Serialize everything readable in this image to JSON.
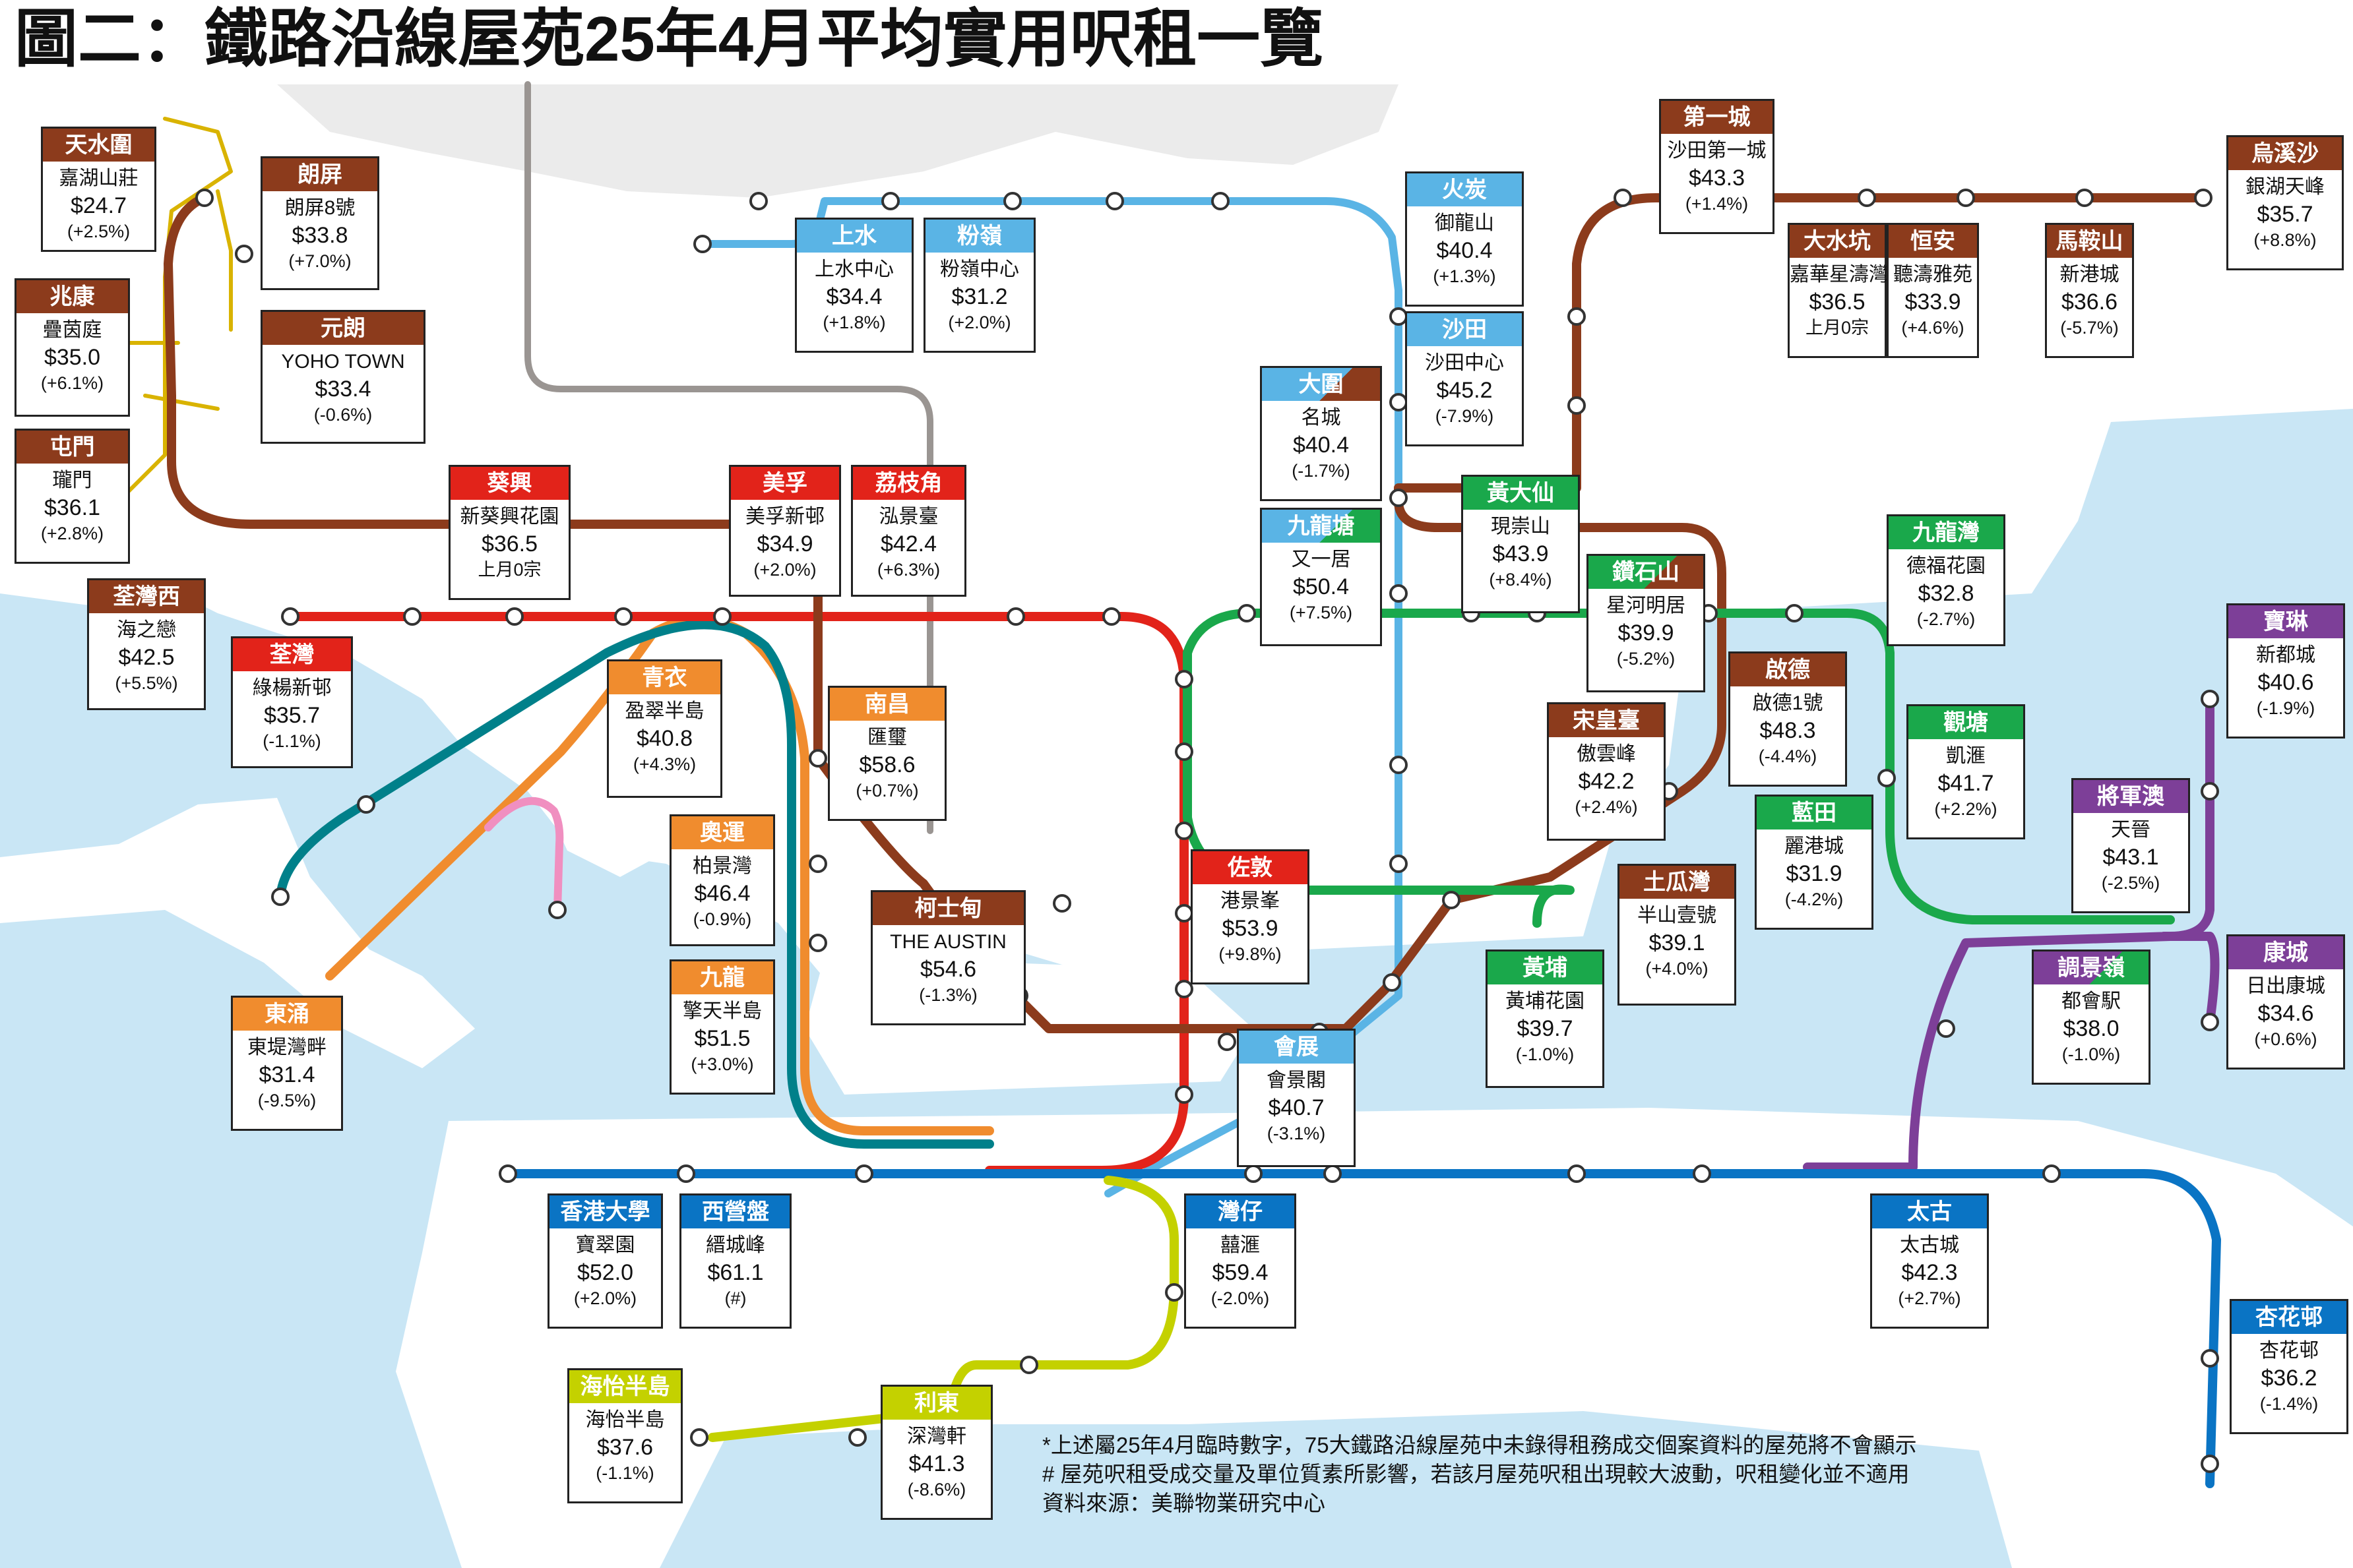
{
  "title": "圖二：鐵路沿線屋苑25年4月平均實用呎租一覽",
  "colors": {
    "water": "#c9e6f5",
    "land": "#ffffff",
    "reserve": "#ebebeb",
    "east_rail_line": "#5ab4e5",
    "tsuen_wan_line": "#e2231a",
    "kwun_tong_line": "#1aa84b",
    "island_line": "#0a74c4",
    "tung_chung_line": "#f08c2e",
    "tuen_ma_line": "#8c3b1c",
    "tseung_kwan_o_line": "#7d3f98",
    "south_island_line": "#c4d100",
    "airport_express": "#00808a",
    "disneyland_resort_line": "#f08fc0",
    "light_rail": "#d9b300",
    "interchange_line": "#9a9592"
  },
  "labels": [
    {
      "station": "天水圍",
      "estate": "嘉湖山莊",
      "rent": "$24.7",
      "change": "(+2.5%)",
      "color": "#8c3b1c"
    },
    {
      "station": "朗屏",
      "estate": "朗屏8號",
      "rent": "$33.8",
      "change": "(+7.0%)",
      "color": "#8c3b1c"
    },
    {
      "station": "兆康",
      "estate": "疊茵庭",
      "rent": "$35.0",
      "change": "(+6.1%)",
      "color": "#8c3b1c"
    },
    {
      "station": "元朗",
      "estate": "YOHO TOWN",
      "rent": "$33.4",
      "change": "(-0.6%)",
      "color": "#8c3b1c"
    },
    {
      "station": "屯門",
      "estate": "瓏門",
      "rent": "$36.1",
      "change": "(+2.8%)",
      "color": "#8c3b1c"
    },
    {
      "station": "荃灣西",
      "estate": "海之戀",
      "rent": "$42.5",
      "change": "(+5.5%)",
      "color": "#8c3b1c"
    },
    {
      "station": "葵興",
      "estate": "新葵興花園",
      "rent": "$36.5",
      "change": "上月0宗",
      "color": "#e2231a"
    },
    {
      "station": "美孚",
      "estate": "美孚新邨",
      "rent": "$34.9",
      "change": "(+2.0%)",
      "color": "#e2231a"
    },
    {
      "station": "荔枝角",
      "estate": "泓景臺",
      "rent": "$42.4",
      "change": "(+6.3%)",
      "color": "#e2231a"
    },
    {
      "station": "荃灣",
      "estate": "綠楊新邨",
      "rent": "$35.7",
      "change": "(-1.1%)",
      "color": "#e2231a"
    },
    {
      "station": "青衣",
      "estate": "盈翠半島",
      "rent": "$40.8",
      "change": "(+4.3%)",
      "color": "#f08c2e"
    },
    {
      "station": "南昌",
      "estate": "匯璽",
      "rent": "$58.6",
      "change": "(+0.7%)",
      "color": "#f08c2e"
    },
    {
      "station": "奧運",
      "estate": "柏景灣",
      "rent": "$46.4",
      "change": "(-0.9%)",
      "color": "#f08c2e"
    },
    {
      "station": "柯士甸",
      "estate": "THE AUSTIN",
      "rent": "$54.6",
      "change": "(-1.3%)",
      "color": "#8c3b1c"
    },
    {
      "station": "九龍",
      "estate": "擎天半島",
      "rent": "$51.5",
      "change": "(+3.0%)",
      "color": "#f08c2e"
    },
    {
      "station": "東涌",
      "estate": "東堤灣畔",
      "rent": "$31.4",
      "change": "(-9.5%)",
      "color": "#f08c2e"
    },
    {
      "station": "上水",
      "estate": "上水中心",
      "rent": "$34.4",
      "change": "(+1.8%)",
      "color": "#5ab4e5"
    },
    {
      "station": "粉嶺",
      "estate": "粉嶺中心",
      "rent": "$31.2",
      "change": "(+2.0%)",
      "color": "#5ab4e5"
    },
    {
      "station": "火炭",
      "estate": "御龍山",
      "rent": "$40.4",
      "change": "(+1.3%)",
      "color": "#5ab4e5"
    },
    {
      "station": "沙田",
      "estate": "沙田中心",
      "rent": "$45.2",
      "change": "(-7.9%)",
      "color": "#5ab4e5"
    },
    {
      "station": "大圍",
      "estate": "名城",
      "rent": "$40.4",
      "change": "(-1.7%)",
      "color": "#5ab4e5",
      "color2": "#8c3b1c"
    },
    {
      "station": "九龍塘",
      "estate": "又一居",
      "rent": "$50.4",
      "change": "(+7.5%)",
      "color": "#5ab4e5",
      "color2": "#1aa84b"
    },
    {
      "station": "佐敦",
      "estate": "港景峯",
      "rent": "$53.9",
      "change": "(+9.8%)",
      "color": "#e2231a"
    },
    {
      "station": "會展",
      "estate": "會景閣",
      "rent": "$40.7",
      "change": "(-3.1%)",
      "color": "#5ab4e5"
    },
    {
      "station": "第一城",
      "estate": "沙田第一城",
      "rent": "$43.3",
      "change": "(+1.4%)",
      "color": "#8c3b1c"
    },
    {
      "station": "烏溪沙",
      "estate": "銀湖天峰",
      "rent": "$35.7",
      "change": "(+8.8%)",
      "color": "#8c3b1c"
    },
    {
      "station": "大水坑",
      "estate": "嘉華星濤灣",
      "rent": "$36.5",
      "change": "上月0宗",
      "color": "#8c3b1c"
    },
    {
      "station": "恒安",
      "estate": "聽濤雅苑",
      "rent": "$33.9",
      "change": "(+4.6%)",
      "color": "#8c3b1c"
    },
    {
      "station": "馬鞍山",
      "estate": "新港城",
      "rent": "$36.6",
      "change": "(-5.7%)",
      "color": "#8c3b1c"
    },
    {
      "station": "黃大仙",
      "estate": "現崇山",
      "rent": "$43.9",
      "change": "(+8.4%)",
      "color": "#1aa84b"
    },
    {
      "station": "鑽石山",
      "estate": "星河明居",
      "rent": "$39.9",
      "change": "(-5.2%)",
      "color": "#1aa84b",
      "color2": "#8c3b1c"
    },
    {
      "station": "九龍灣",
      "estate": "德福花園",
      "rent": "$32.8",
      "change": "(-2.7%)",
      "color": "#1aa84b"
    },
    {
      "station": "啟德",
      "estate": "啟德1號",
      "rent": "$48.3",
      "change": "(-4.4%)",
      "color": "#8c3b1c"
    },
    {
      "station": "宋皇臺",
      "estate": "傲雲峰",
      "rent": "$42.2",
      "change": "(+2.4%)",
      "color": "#8c3b1c"
    },
    {
      "station": "觀塘",
      "estate": "凱滙",
      "rent": "$41.7",
      "change": "(+2.2%)",
      "color": "#1aa84b"
    },
    {
      "station": "藍田",
      "estate": "麗港城",
      "rent": "$31.9",
      "change": "(-4.2%)",
      "color": "#1aa84b"
    },
    {
      "station": "土瓜灣",
      "estate": "半山壹號",
      "rent": "$39.1",
      "change": "(+4.0%)",
      "color": "#8c3b1c"
    },
    {
      "station": "黃埔",
      "estate": "黃埔花園",
      "rent": "$39.7",
      "change": "(-1.0%)",
      "color": "#1aa84b"
    },
    {
      "station": "寶琳",
      "estate": "新都城",
      "rent": "$40.6",
      "change": "(-1.9%)",
      "color": "#7d3f98"
    },
    {
      "station": "將軍澳",
      "estate": "天晉",
      "rent": "$43.1",
      "change": "(-2.5%)",
      "color": "#7d3f98"
    },
    {
      "station": "康城",
      "estate": "日出康城",
      "rent": "$34.6",
      "change": "(+0.6%)",
      "color": "#7d3f98"
    },
    {
      "station": "調景嶺",
      "estate": "都會駅",
      "rent": "$38.0",
      "change": "(-1.0%)",
      "color": "#7d3f98",
      "color2": "#1aa84b"
    },
    {
      "station": "香港大學",
      "estate": "寶翠園",
      "rent": "$52.0",
      "change": "(+2.0%)",
      "color": "#0a74c4"
    },
    {
      "station": "西營盤",
      "estate": "縉城峰",
      "rent": "$61.1",
      "change": "(#)",
      "color": "#0a74c4"
    },
    {
      "station": "灣仔",
      "estate": "囍滙",
      "rent": "$59.4",
      "change": "(-2.0%)",
      "color": "#0a74c4"
    },
    {
      "station": "太古",
      "estate": "太古城",
      "rent": "$42.3",
      "change": "(+2.7%)",
      "color": "#0a74c4"
    },
    {
      "station": "杏花邨",
      "estate": "杏花邨",
      "rent": "$36.2",
      "change": "(-1.4%)",
      "color": "#0a74c4"
    },
    {
      "station": "海怡半島",
      "estate": "海怡半島",
      "rent": "$37.6",
      "change": "(-1.1%)",
      "color": "#c4d100"
    },
    {
      "station": "利東",
      "estate": "深灣軒",
      "rent": "$41.3",
      "change": "(-8.6%)",
      "color": "#c4d100"
    }
  ],
  "notes": [
    "*上述屬25年4月臨時數字，75大鐵路沿線屋苑中未錄得租務成交個案資料的屋苑將不會顯示",
    "# 屋苑呎租受成交量及單位質素所影響，若該月屋苑呎租出現較大波動，呎租變化並不適用",
    "資料來源：美聯物業研究中心"
  ]
}
